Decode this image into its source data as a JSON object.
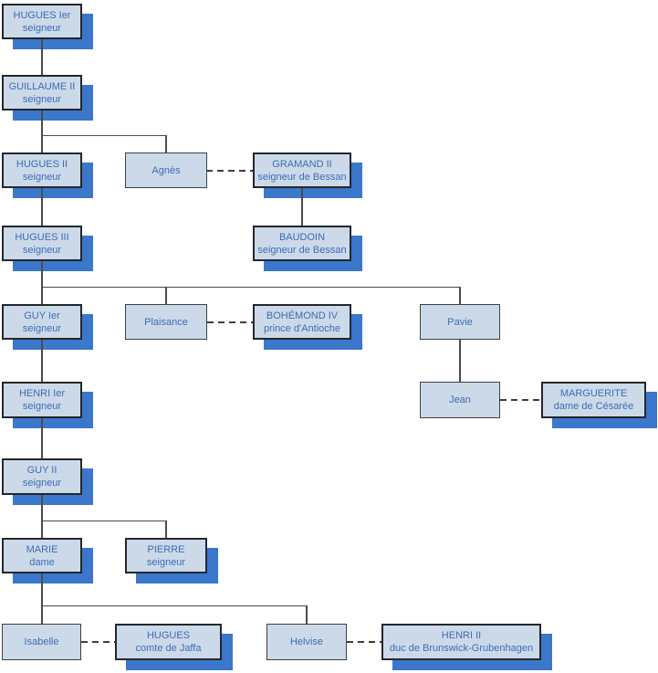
{
  "diagram_type": "genealogy-tree",
  "colors": {
    "node_fill": "#ccd9e8",
    "node_border": "#23272d",
    "plain_node_border": "#3c4046",
    "shadow_blue": "#3b77cb",
    "text_blue": "#3d6db8",
    "connector_gray": "#4b4b4b",
    "background": "#ffffff"
  },
  "nodes": [
    {
      "name": "HUGUES Ier",
      "title": "seigneur"
    },
    {
      "name": "GUILLAUME II",
      "title": "seigneur"
    },
    {
      "name": "HUGUES II",
      "title": "seigneur"
    },
    {
      "name": "Agnès",
      "title": ""
    },
    {
      "name": "GRAMAND II",
      "title": "seigneur de Bessan"
    },
    {
      "name": "HUGUES III",
      "title": "seigneur"
    },
    {
      "name": "BAUDOIN",
      "title": "seigneur de Bessan"
    },
    {
      "name": "GUY Ier",
      "title": "seigneur"
    },
    {
      "name": "Plaisance",
      "title": ""
    },
    {
      "name": "BOHÉMOND IV",
      "title": "prince d'Antioche"
    },
    {
      "name": "Pavie",
      "title": ""
    },
    {
      "name": "HENRI Ier",
      "title": "seigneur"
    },
    {
      "name": "Jean",
      "title": ""
    },
    {
      "name": "MARGUERITE",
      "title": "dame de Césarée"
    },
    {
      "name": "GUY II",
      "title": "seigneur"
    },
    {
      "name": "MARIE",
      "title": "dame"
    },
    {
      "name": "PIERRE",
      "title": "seigneur"
    },
    {
      "name": "Isabelle",
      "title": ""
    },
    {
      "name": "HUGUES",
      "title": "comte de Jaffa"
    },
    {
      "name": "Helvise",
      "title": ""
    },
    {
      "name": "HENRI II",
      "title": "duc de Brunswick-Grubenhagen"
    }
  ],
  "marriages": [
    [
      "Agnès",
      "GRAMAND II"
    ],
    [
      "Plaisance",
      "BOHÉMOND IV"
    ],
    [
      "Jean",
      "MARGUERITE"
    ],
    [
      "Isabelle",
      "HUGUES"
    ],
    [
      "Helvise",
      "HENRI II"
    ]
  ],
  "descent": [
    [
      "HUGUES Ier",
      "GUILLAUME II"
    ],
    [
      "GUILLAUME II",
      "HUGUES II"
    ],
    [
      "GUILLAUME II",
      "Agnès"
    ],
    [
      "HUGUES II",
      "HUGUES III"
    ],
    [
      "GRAMAND II",
      "BAUDOIN"
    ],
    [
      "HUGUES III",
      "GUY Ier"
    ],
    [
      "HUGUES III",
      "Plaisance"
    ],
    [
      "HUGUES III",
      "Pavie"
    ],
    [
      "GUY Ier",
      "HENRI Ier"
    ],
    [
      "Pavie",
      "Jean"
    ],
    [
      "HENRI Ier",
      "GUY II"
    ],
    [
      "GUY II",
      "MARIE"
    ],
    [
      "GUY II",
      "PIERRE"
    ],
    [
      "MARIE",
      "Isabelle"
    ],
    [
      "MARIE",
      "Helvise"
    ]
  ]
}
